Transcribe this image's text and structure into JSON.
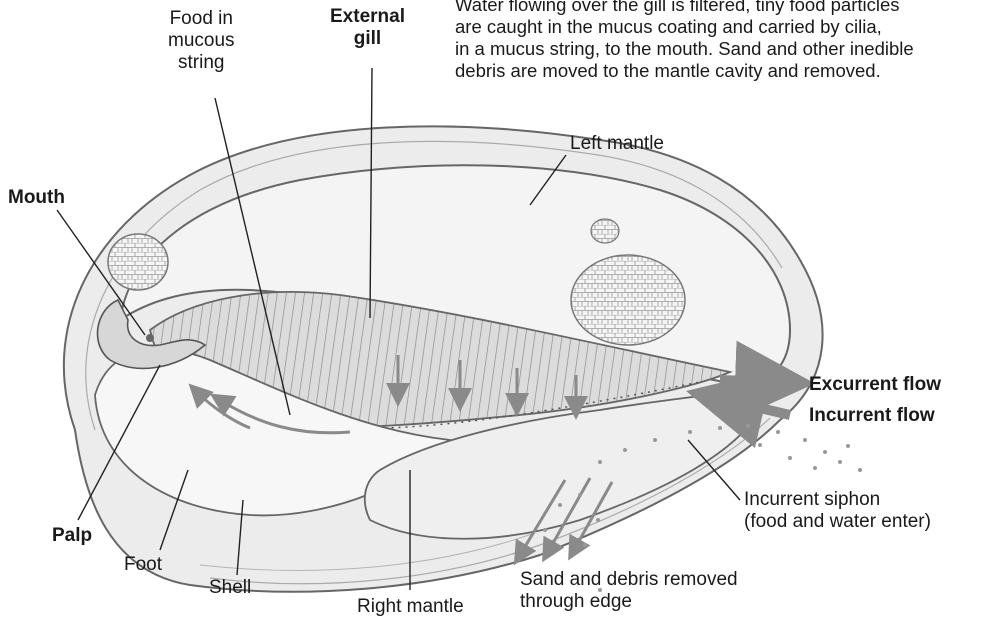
{
  "caption": {
    "lines": [
      "Water flowing over the gill is filtered, tiny food particles",
      "are caught in the mucus coating and carried by cilia,",
      "in a mucus string, to the mouth. Sand and other inedible",
      "debris are moved to the mantle cavity and removed."
    ]
  },
  "labels": {
    "food_in_mucous_string": [
      "Food in",
      "mucous",
      "string"
    ],
    "external_gill": [
      "External",
      "gill"
    ],
    "left_mantle": "Left mantle",
    "mouth": "Mouth",
    "excurrent_flow": "Excurrent flow",
    "incurrent_flow": "Incurrent flow",
    "incurrent_siphon": [
      "Incurrent siphon",
      "(food and water enter)"
    ],
    "palp": "Palp",
    "foot": "Foot",
    "shell": "Shell",
    "right_mantle": "Right mantle",
    "sand_debris": [
      "Sand and debris removed",
      "through edge"
    ]
  },
  "colors": {
    "flow_arrow": "#8a8a8a",
    "shell_fill": "#ececec",
    "mantle_fill": "#f4f4f4",
    "gill_fill": "#d9d9d9",
    "outline": "#555555"
  }
}
